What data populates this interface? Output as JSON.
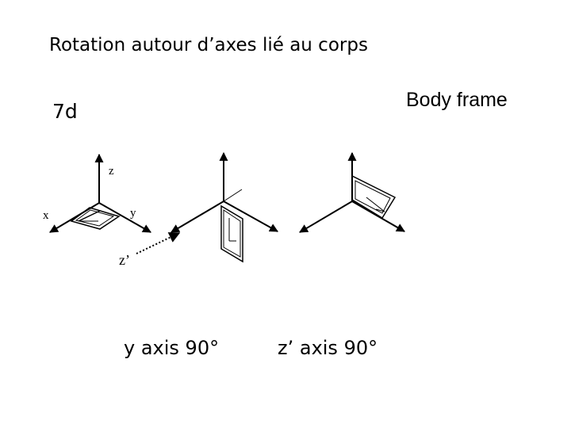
{
  "title": "Rotation autour d’axes lié au corps",
  "slide_number": "7d",
  "body_frame_label": "Body frame",
  "axes": {
    "x": "x",
    "y": "y",
    "z": "z",
    "z_prime": "z’"
  },
  "captions": {
    "y_rotation": "y axis 90°",
    "z_prime_rotation": "z’ axis 90°"
  }
}
